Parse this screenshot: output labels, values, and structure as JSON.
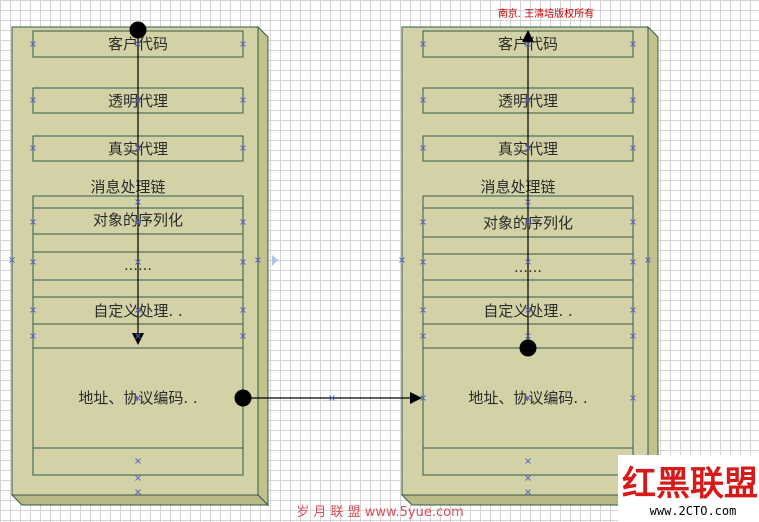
{
  "copyright_note": "南京. 王清培版权所有",
  "left_stack": {
    "client_proxy": "客户代码",
    "transparent_proxy": "透明代理",
    "real_proxy": "真实代理",
    "chain_title": "消息处理链",
    "serialization": "对象的序列化",
    "ellipsis": "……",
    "custom_handling": "自定义处理. .",
    "address_encoding": "地址、协议编码. ."
  },
  "right_stack": {
    "client_proxy": "客户代码",
    "transparent_proxy": "透明代理",
    "real_proxy": "真实代理",
    "chain_title": "消息处理链",
    "serialization": "对象的序列化",
    "ellipsis": "……",
    "custom_handling": "自定义处理. .",
    "address_encoding": "地址、协议编码. ."
  },
  "watermark": {
    "site": "岁 月 联 盟   www.5yue.com",
    "logo": "红黑联盟",
    "logo_url": "www.2CTO.com"
  },
  "colors": {
    "box_fill": "#d2d2a6",
    "box_side": "#c4c48e",
    "box_stroke": "#36594a",
    "row_stroke": "#36594a",
    "arrow": "#000000",
    "handle": "#5b63c8"
  }
}
